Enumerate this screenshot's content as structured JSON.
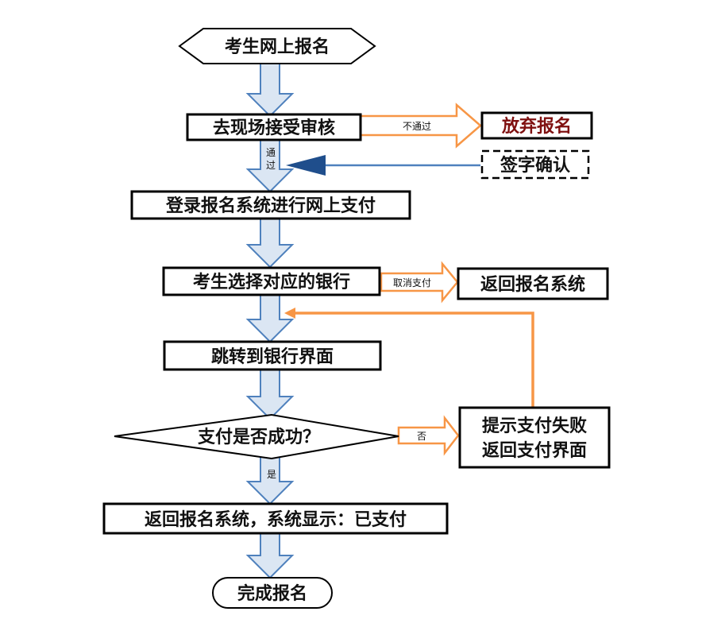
{
  "nodes": {
    "start": "考生网上报名",
    "onsite_review": "去现场接受审核",
    "give_up": "放弃报名",
    "sign_confirm": "签字确认",
    "login_pay": "登录报名系统进行网上支付",
    "choose_bank": "考生选择对应的银行",
    "return_system": "返回报名系统",
    "jump_bank": "跳转到银行界面",
    "pay_success_q": "支付是否成功？",
    "pay_fail_line1": "提示支付失败",
    "pay_fail_line2": "返回支付界面",
    "paid": "返回报名系统，系统显示：已支付",
    "done": "完成报名"
  },
  "edges": {
    "not_pass": "不通过",
    "pass_line1": "通",
    "pass_line2": "过",
    "cancel_pay": "取消支付",
    "no": "否",
    "yes": "是"
  },
  "colors": {
    "blue_arrow_fill": "#dbe6f3",
    "blue_arrow_stroke": "#4f81bd",
    "orange": "#f79646",
    "give_up_text": "#7f1010",
    "text": "#111111"
  }
}
